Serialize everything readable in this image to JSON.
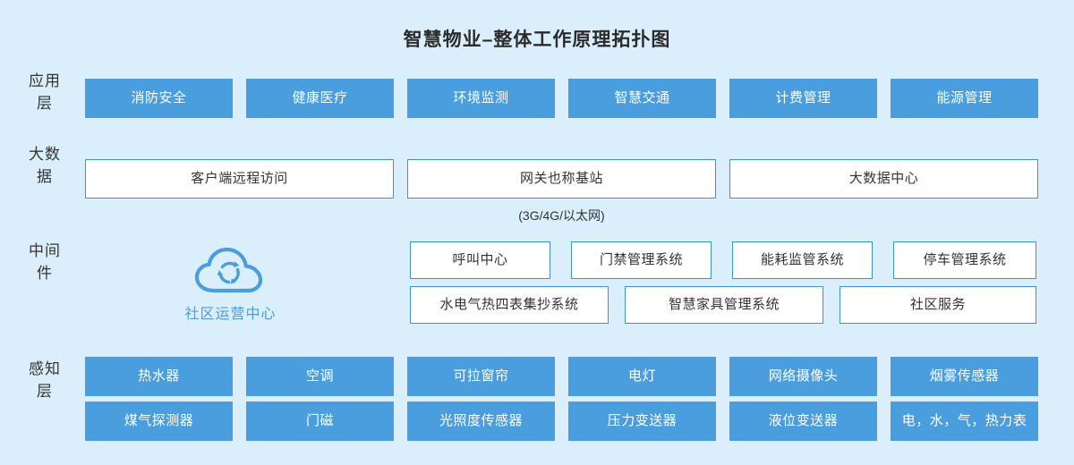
{
  "title": "智慧物业–整体工作原理拓扑图",
  "rails": [
    {
      "key": "app",
      "label": "应用层"
    },
    {
      "key": "bigdata",
      "label": "大数据"
    },
    {
      "key": "middle",
      "label": "中间件"
    },
    {
      "key": "sense",
      "label": "感知层"
    }
  ],
  "colors": {
    "background": "#daeefb",
    "node_solid": "#4a9ede",
    "node_border": "#3e92cd",
    "node_outline_bg": "#ffffff",
    "accent_text": "#4a9ede",
    "title_text": "#2b2b2b"
  },
  "application_layer": {
    "nodes": [
      {
        "label": "消防安全"
      },
      {
        "label": "健康医疗"
      },
      {
        "label": "环境监测"
      },
      {
        "label": "智慧交通"
      },
      {
        "label": "计费管理"
      },
      {
        "label": "能源管理"
      }
    ]
  },
  "big_data_layer": {
    "nodes": [
      {
        "label": "客户端远程访问"
      },
      {
        "label": "网关也称基站"
      },
      {
        "label": "大数据中心"
      }
    ],
    "network_caption": "(3G/4G/以太网)"
  },
  "middleware_layer": {
    "operation_center": {
      "label": "社区运营中心",
      "icon": "cloud-sync-icon"
    },
    "row1": [
      {
        "label": "呼叫中心"
      },
      {
        "label": "门禁管理系统"
      },
      {
        "label": "能耗监管系统"
      },
      {
        "label": "停车管理系统"
      }
    ],
    "row2": [
      {
        "label": "水电气热四表集抄系统"
      },
      {
        "label": "智慧家具管理系统"
      },
      {
        "label": "社区服务"
      }
    ]
  },
  "perception_layer": {
    "row1": [
      {
        "label": "热水器"
      },
      {
        "label": "空调"
      },
      {
        "label": "可拉窗帘"
      },
      {
        "label": "电灯"
      },
      {
        "label": "网络摄像头"
      },
      {
        "label": "烟雾传感器"
      }
    ],
    "row2": [
      {
        "label": "煤气探测器"
      },
      {
        "label": "门磁"
      },
      {
        "label": "光照度传感器"
      },
      {
        "label": "压力变送器"
      },
      {
        "label": "液位变送器"
      },
      {
        "label": "电，水，气，热力表"
      }
    ]
  }
}
